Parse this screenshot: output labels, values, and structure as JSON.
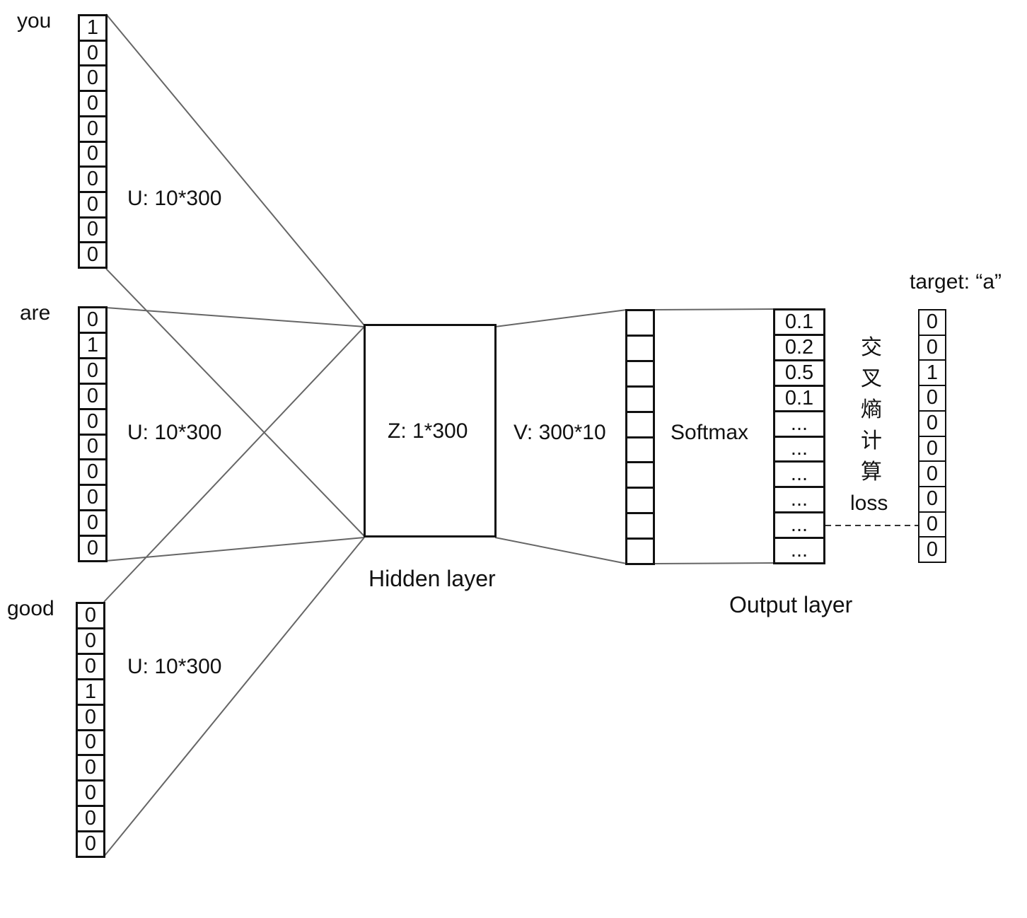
{
  "inputs": [
    {
      "word": "you",
      "vector": [
        "1",
        "0",
        "0",
        "0",
        "0",
        "0",
        "0",
        "0",
        "0",
        "0"
      ],
      "matrix": "U: 10*300"
    },
    {
      "word": "are",
      "vector": [
        "0",
        "1",
        "0",
        "0",
        "0",
        "0",
        "0",
        "0",
        "0",
        "0"
      ],
      "matrix": "U: 10*300"
    },
    {
      "word": "good",
      "vector": [
        "0",
        "0",
        "0",
        "1",
        "0",
        "0",
        "0",
        "0",
        "0",
        "0"
      ],
      "matrix": "U: 10*300"
    }
  ],
  "hidden": {
    "box_label": "Z: 1*300",
    "caption": "Hidden layer"
  },
  "projection": {
    "matrix": "V: 300*10",
    "activation": "Softmax"
  },
  "output": {
    "caption": "Output layer",
    "probabilities": [
      "0.1",
      "0.2",
      "0.5",
      "0.1",
      "...",
      "...",
      "...",
      "...",
      "...",
      "..."
    ]
  },
  "loss": {
    "chars": [
      "交",
      "叉",
      "熵",
      "计",
      "算"
    ],
    "label": "loss"
  },
  "target": {
    "title": "target: “a”",
    "vector": [
      "0",
      "0",
      "1",
      "0",
      "0",
      "0",
      "0",
      "0",
      "0",
      "0"
    ]
  },
  "colors": {
    "line": "#666666",
    "border": "#111111"
  }
}
